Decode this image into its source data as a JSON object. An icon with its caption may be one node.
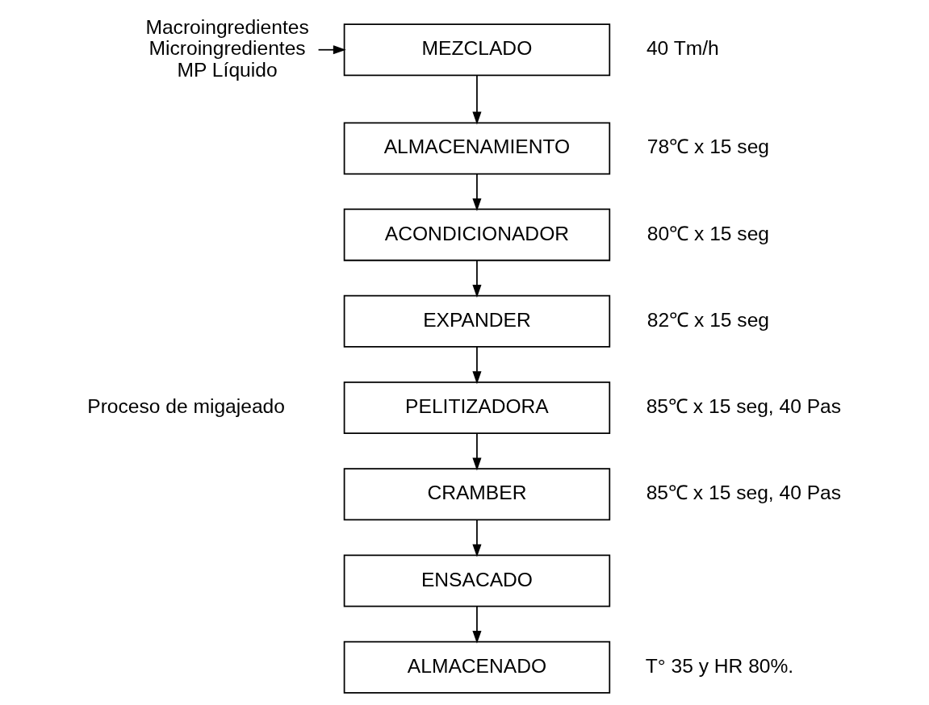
{
  "diagram": {
    "nodes": [
      {
        "text": [
          "Macroingredientes",
          "Microingredientes",
          "MP Líquido"
        ]
      },
      {
        "text": [
          "MEZCLADO"
        ],
        "beside": [
          "40 Tm/h"
        ]
      },
      {
        "text": [
          "ALMACENAMIENTO"
        ],
        "beside": [
          "78℃ x 15 seg"
        ]
      },
      {
        "text": [
          "ACONDICIONADOR"
        ],
        "beside": [
          "80℃ x 15 seg"
        ]
      },
      {
        "text": [
          "EXPANDER"
        ],
        "beside": [
          "82℃ x 15 seg"
        ]
      },
      {
        "text": [
          "PELITIZADORA"
        ],
        "beside": [
          "85℃ x 15 seg, 40 Pas"
        ]
      },
      {
        "text": [
          "CRAMBER"
        ],
        "beside": [
          "85℃ x 15 seg, 40 Pas"
        ]
      },
      {
        "text": [
          "ENSACADO"
        ]
      },
      {
        "text": [
          "ALMACENADO"
        ],
        "beside": [
          "T° 35 y HR 80%."
        ]
      }
    ],
    "edges": [
      {
        "from": 0,
        "to": 1,
        "arrow": "to"
      },
      {
        "from": 1,
        "to": 2,
        "arrow": "to"
      },
      {
        "from": 2,
        "to": 3,
        "arrow": "to"
      },
      {
        "from": 3,
        "to": 4,
        "arrow": "to"
      },
      {
        "from": 4,
        "to": 5,
        "arrow": "to"
      },
      {
        "from": 5,
        "to": 6,
        "arrow": "to"
      },
      {
        "from": 6,
        "to": 7,
        "arrow": "to"
      },
      {
        "from": 7,
        "to": 8,
        "arrow": "to"
      }
    ],
    "labels": [
      "Proceso de migajeado"
    ]
  }
}
